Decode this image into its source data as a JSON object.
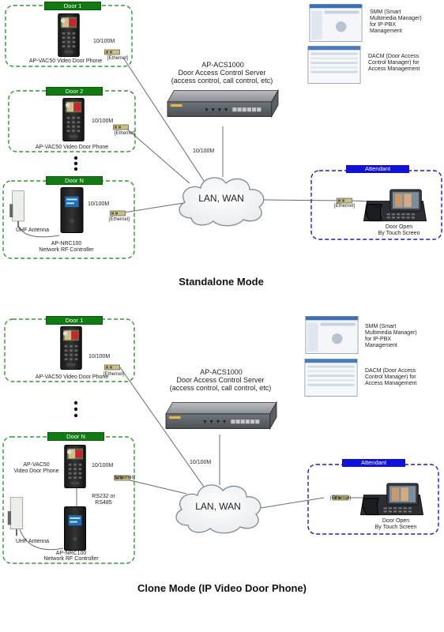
{
  "colors": {
    "door_border": "#2e9a2e",
    "door_label_bg": "#127a12",
    "attendant_border": "#1a1acc",
    "attendant_label_bg": "#1111dd",
    "line": "#666666",
    "server": "#9aa0a6",
    "cloud": "#f2f4f6"
  },
  "standalone": {
    "door1": {
      "label": "Door 1",
      "device": "AP-VAC50  Video Door Phone",
      "speed": "10/100M",
      "eth": "[Ethernet]"
    },
    "door2": {
      "label": "Door 2",
      "device": "AP-VAC50  Video Door Phone",
      "speed": "10/100M",
      "eth": "[Ethernet]"
    },
    "doorn": {
      "label": "Door N",
      "antenna": "UHF Antenna",
      "controller": "AP-NRC100",
      "controller_sub": "Network RF Controller",
      "speed": "10/100M",
      "eth": "[Ethernet]"
    },
    "server": {
      "name": "AP-ACS1000",
      "desc": "Door Access Control Server",
      "desc2": "(access control,  call control, etc)",
      "speed": "10/100M"
    },
    "smm": {
      "line1": "SMM (Smart",
      "line2": "Multimedia Manager)",
      "line3": "for IP-PBX",
      "line4": "Management"
    },
    "dacm": {
      "line1": "DACM (Door Access",
      "line2": "Control Manager)  for",
      "line3": "Access Management"
    },
    "network": "LAN,  WAN",
    "attendant": {
      "label": "Attendant",
      "eth": "[Ethernet]",
      "line1": "Door Open",
      "line2": "By Touch Screen"
    },
    "title": "Standalone Mode"
  },
  "clone": {
    "door1": {
      "label": "Door 1",
      "device": "AP-VAC50  Video Door Phone",
      "speed": "10/100M",
      "eth": "[Ethernet]"
    },
    "doorn": {
      "label": "Door N",
      "device1": "AP-VAC50",
      "device2": "Video Door Phone",
      "speed": "10/100M",
      "eth": "[Ethernet]",
      "link1": "RS232 or",
      "link2": "RS485",
      "antenna": "UHF Antenna",
      "controller": "AP-NRC100",
      "controller_sub": "Network RF Controller"
    },
    "server": {
      "name": "AP-ACS1000",
      "desc": "Door Access Control Server",
      "desc2": "(access control,  call control, etc)",
      "speed": "10/100M"
    },
    "smm": {
      "line1": "SMM (Smart",
      "line2": "Multimedia Manager)",
      "line3": "for IP-PBX",
      "line4": "Management"
    },
    "dacm": {
      "line1": "DACM (Door Access",
      "line2": "Control Manager)  for",
      "line3": "Access Management"
    },
    "network": "LAN,  WAN",
    "attendant": {
      "label": "Attendant",
      "eth": "[Ethernet]",
      "line1": "Door Open",
      "line2": "By Touch Screen"
    },
    "title": "Clone Mode (IP Video Door Phone)"
  }
}
